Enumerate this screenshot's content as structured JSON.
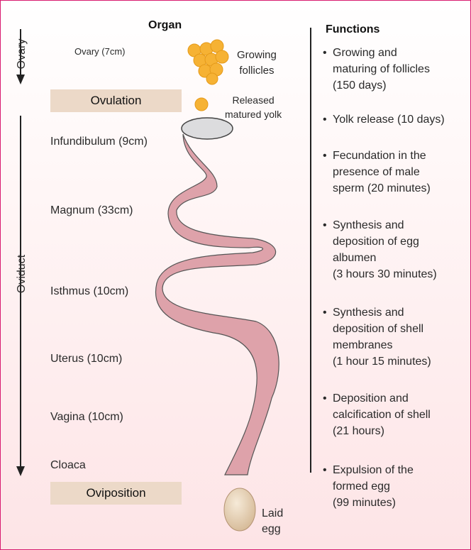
{
  "headers": {
    "organ": "Organ",
    "functions": "Functions"
  },
  "side_labels": {
    "ovary": "Ovary",
    "oviduct": "Oviduct"
  },
  "bands": {
    "ovulation": "Ovulation",
    "oviposition": "Oviposition"
  },
  "organs": {
    "ovary": "Ovary (7cm)",
    "infundibulum": "Infundibulum (9cm)",
    "magnum": "Magnum (33cm)",
    "isthmus": "Isthmus (10cm)",
    "uterus": "Uterus (10cm)",
    "vagina": "Vagina (10cm)",
    "cloaca": "Cloaca"
  },
  "annotations": {
    "growing_follicles": "Growing\nfollicles",
    "released_yolk": "Released\nmatured yolk",
    "laid_egg": "Laid\negg"
  },
  "functions": [
    "Growing and\nmaturing of follicles\n(150 days)",
    "Yolk release (10 days)",
    "Fecundation in the\npresence of male\nsperm (20 minutes)",
    "Synthesis and\ndeposition of egg\nalbumen\n(3 hours 30 minutes)",
    "Synthesis and\ndeposition of shell\nmembranes\n(1 hour 15 minutes)",
    "Deposition and\ncalcification of shell\n(21 hours)",
    "Expulsion of the\nformed egg\n(99 minutes)"
  ],
  "colors": {
    "border": "#d81b70",
    "band": "#ecd9c8",
    "follicle": "#f6b234",
    "egg": "#e3cfb4",
    "oviduct_end": "#e0a8ae"
  }
}
